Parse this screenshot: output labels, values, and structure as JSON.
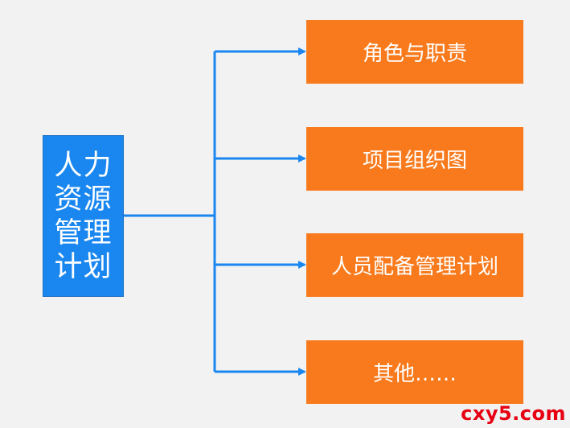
{
  "diagram": {
    "root": {
      "label": "人力资源管理计划"
    },
    "children": [
      {
        "label": "角色与职责"
      },
      {
        "label": "项目组织图"
      },
      {
        "label": "人员配备管理计划"
      },
      {
        "label": "其他……"
      }
    ]
  },
  "watermark": "cxy5.com",
  "colors": {
    "background": "#f2f2f2",
    "root_fill": "#1a87f0",
    "leaf_fill": "#f87a1c",
    "connector": "#1a87f0",
    "watermark": "#e60012"
  }
}
